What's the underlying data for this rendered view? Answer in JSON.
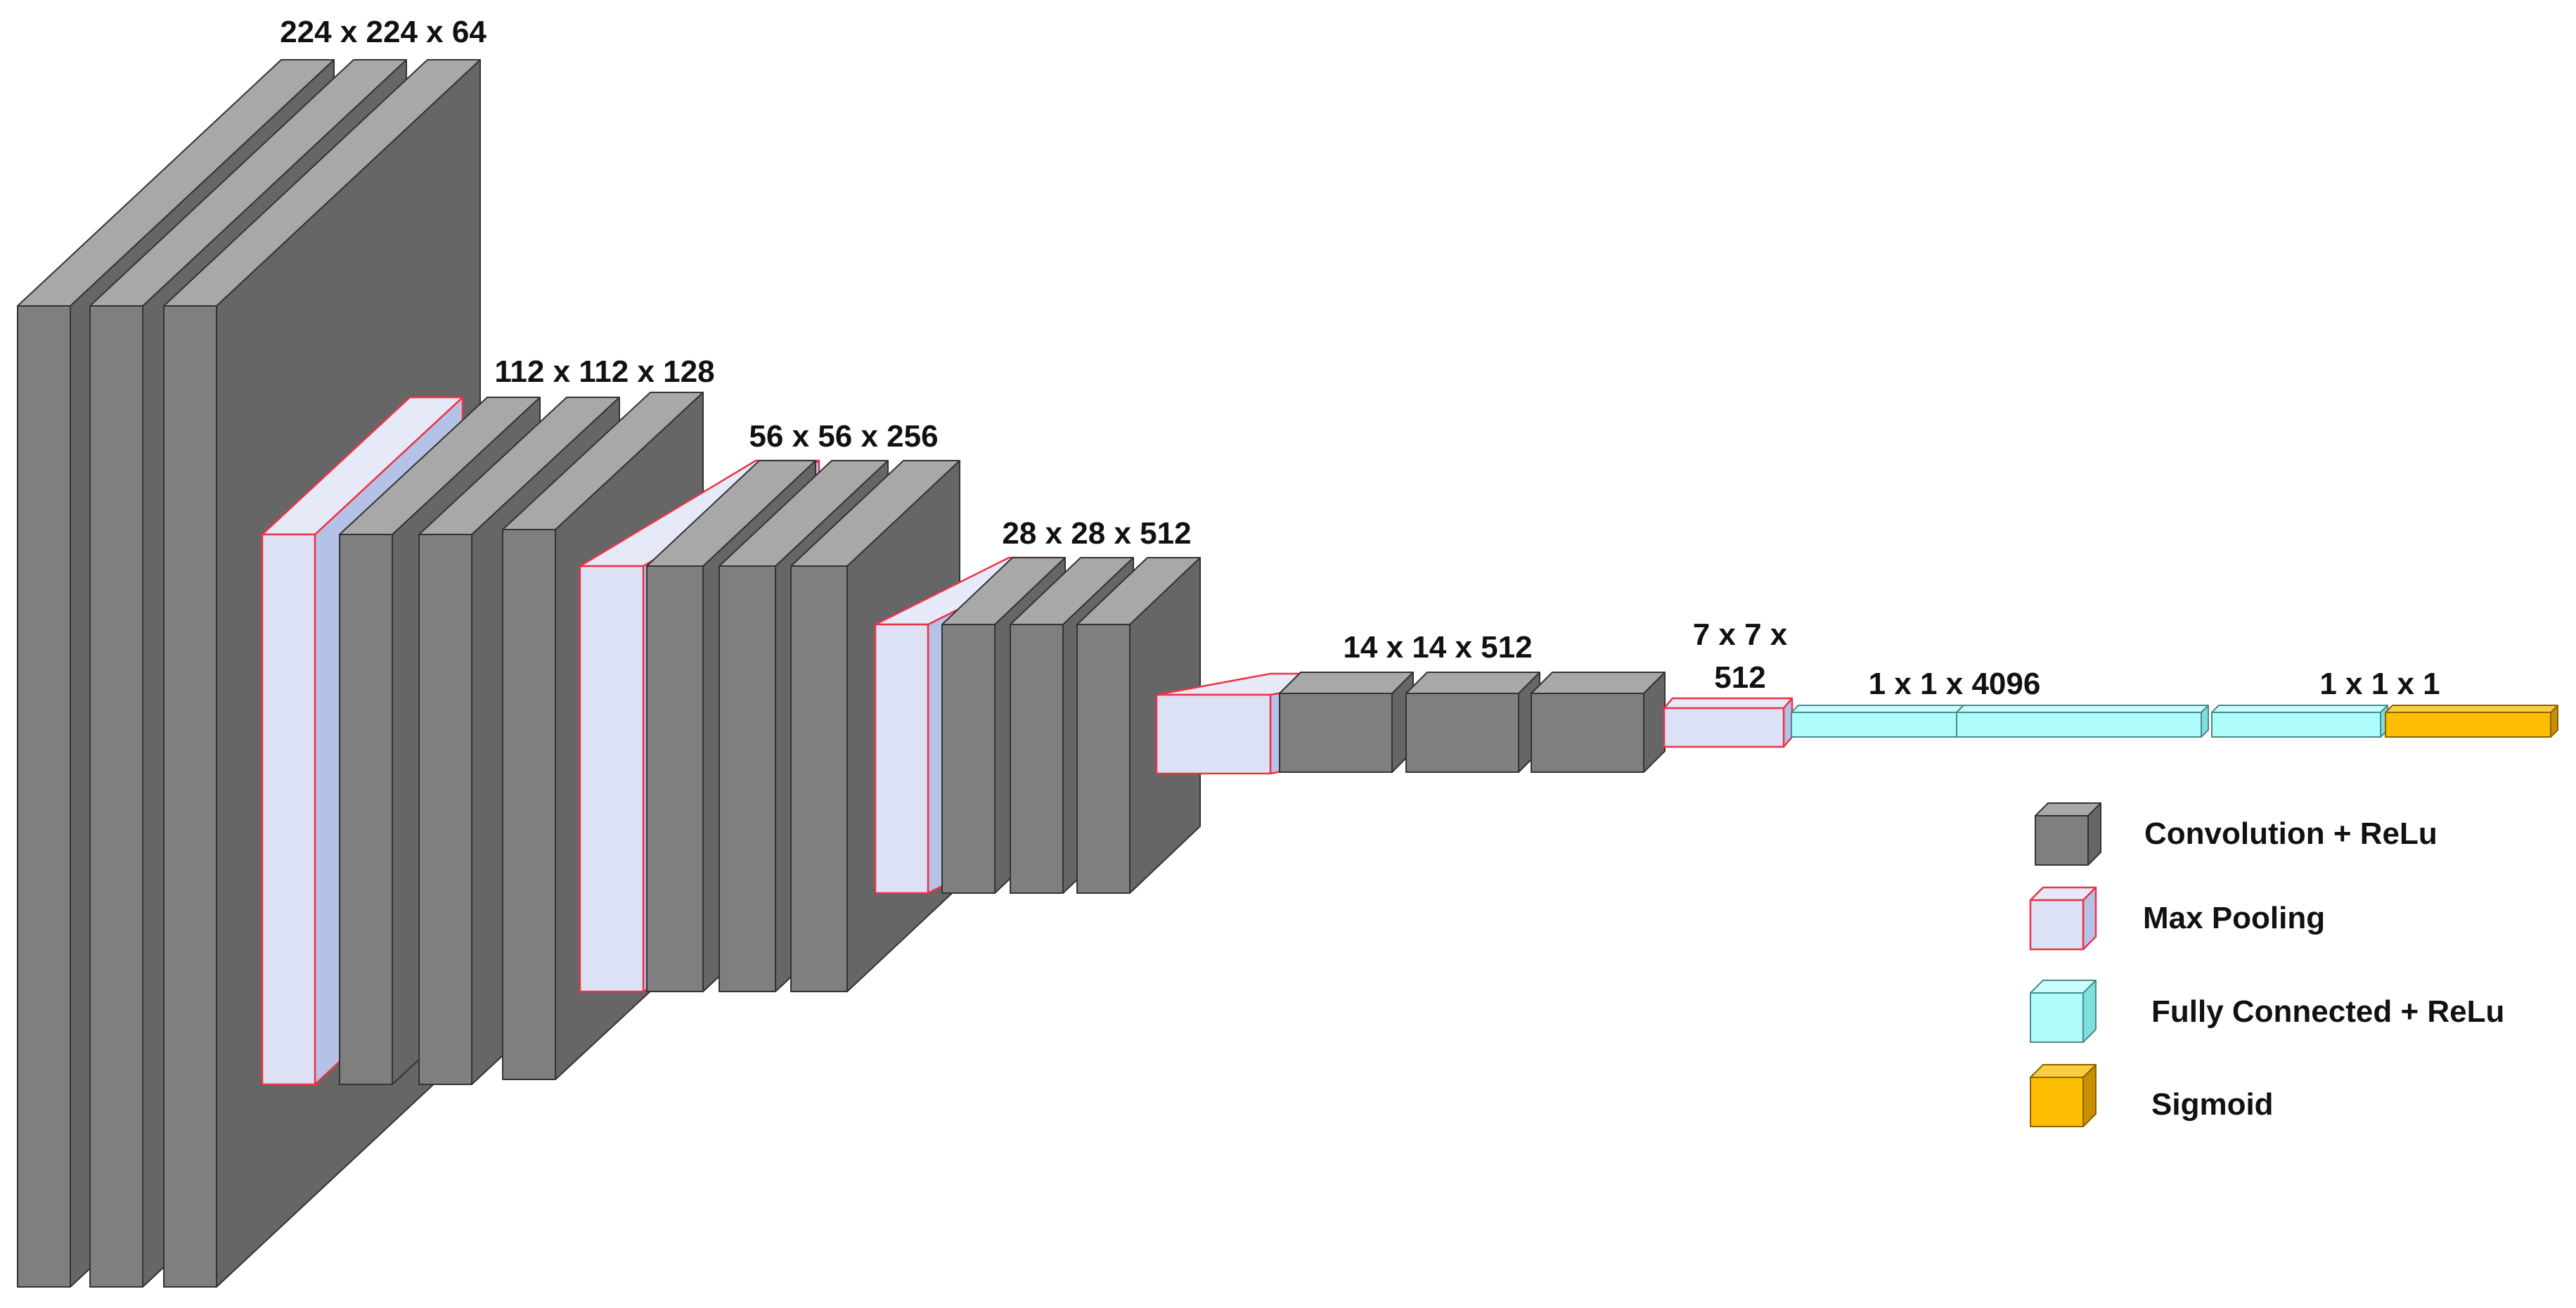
{
  "colors": {
    "conv": "#7f7f7f",
    "pool": "#dce1f5",
    "fc": "#aefcfc",
    "sigmoid": "#fcbc00",
    "pool_edge": "#ee3344"
  },
  "size_labels": {
    "s224": "224 x 224 x 64",
    "s112": "112 x 112 x 128",
    "s56": "56 x 56 x 256",
    "s28": "28 x 28 x 512",
    "s14": "14 x 14 x 512",
    "s7_line1": "7 x 7 x",
    "s7_line2": "512",
    "fc": "1 x 1 x 4096",
    "out": "1 x 1 x 1"
  },
  "legend": {
    "conv": "Convolution + ReLu",
    "pool": "Max Pooling",
    "fc": "Fully Connected  + ReLu",
    "sigmoid": "Sigmoid"
  }
}
